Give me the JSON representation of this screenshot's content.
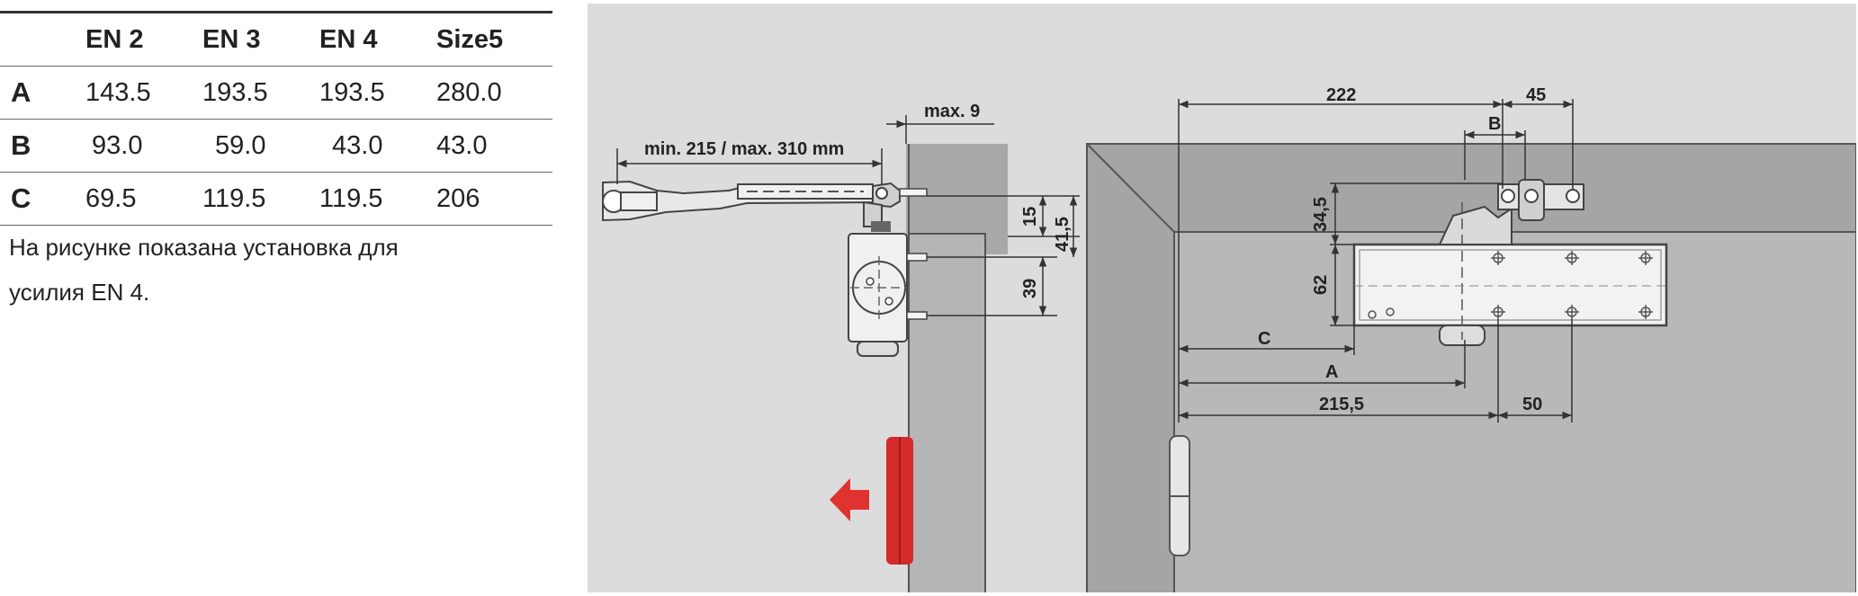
{
  "table": {
    "columns": [
      "",
      "EN 2",
      "EN 3",
      "EN 4",
      "Size5"
    ],
    "rows": [
      {
        "label": "A",
        "values": [
          "143.5",
          "193.5",
          "193.5",
          "280.0"
        ]
      },
      {
        "label": "B",
        "values": [
          "93.0",
          "59.0",
          "43.0",
          "43.0"
        ]
      },
      {
        "label": "C",
        "values": [
          "69.5",
          "119.5",
          "119.5",
          "206"
        ]
      }
    ]
  },
  "note": {
    "line1": "На рисунке показана установка для",
    "line2": "усилия EN 4."
  },
  "left_view": {
    "dim_arm": "min. 215 / max. 310 mm",
    "dim_max": "max. 9",
    "dim_15": "15",
    "dim_41_5": "41,5",
    "dim_39": "39"
  },
  "right_view": {
    "dim_222": "222",
    "dim_45": "45",
    "dim_B": "B",
    "dim_34_5": "34,5",
    "dim_62": "62",
    "dim_C": "C",
    "dim_A": "A",
    "dim_215_5": "215,5",
    "dim_50": "50"
  },
  "colors": {
    "background_panel": "#dcdcdc",
    "wall": "#a6a6a6",
    "hinge_red": "#d42a2a"
  }
}
